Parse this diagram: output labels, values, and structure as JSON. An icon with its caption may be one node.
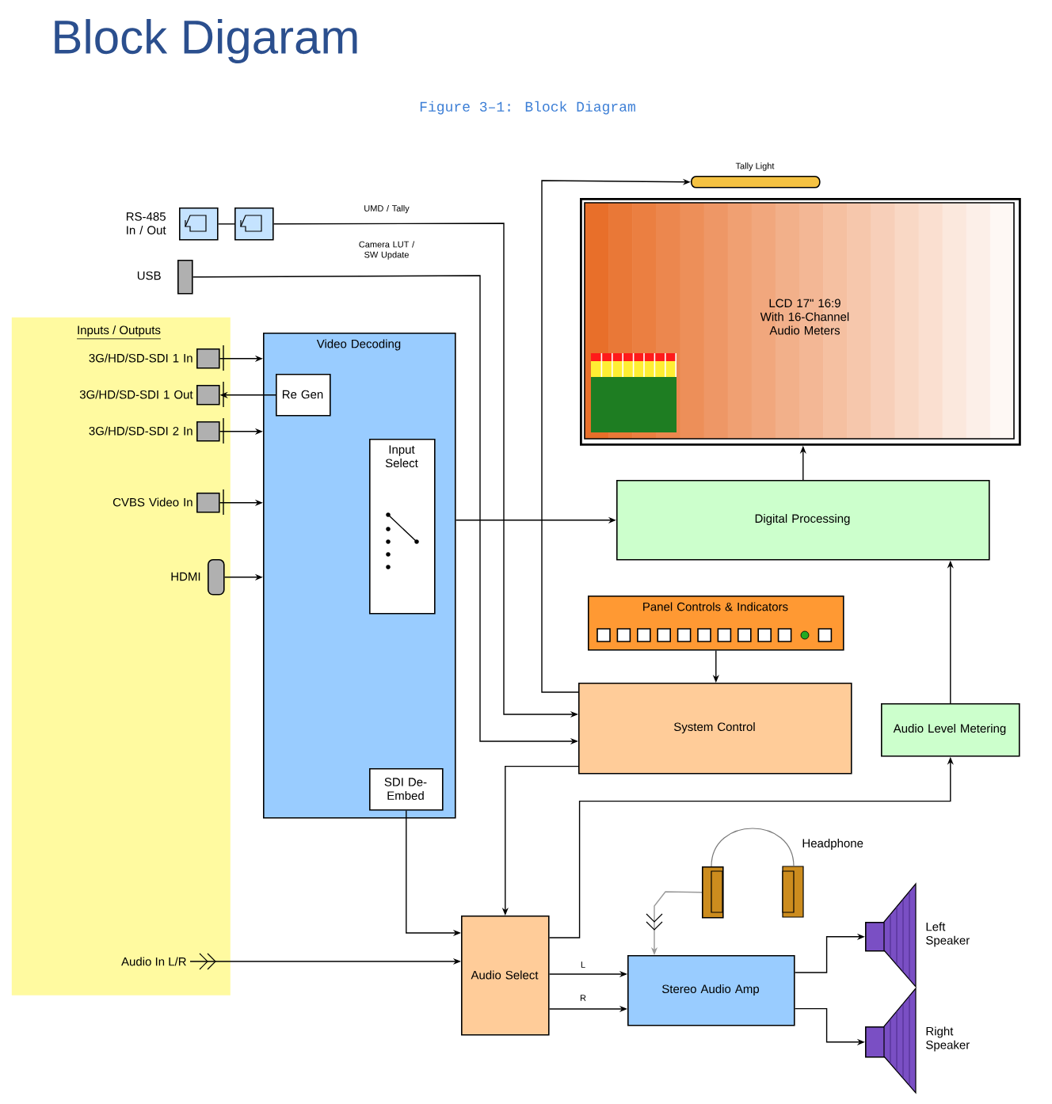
{
  "diagram": {
    "title": "Block Digaram",
    "caption": "Figure 3–1: Block Diagram",
    "nodes": [
      {
        "text": [],
        "shape": "picture",
        "beside": [
          "RS-485 In / Out"
        ]
      },
      {
        "text": [],
        "shape": "picture"
      },
      {
        "text": [],
        "shape": "box",
        "beside": [
          "USB"
        ]
      },
      {
        "text": [
          "Inputs / Outputs"
        ]
      },
      {
        "text": [],
        "shape": "box",
        "beside": [
          "3G/HD/SD-SDI 1 In"
        ],
        "in": 3
      },
      {
        "text": [],
        "shape": "box",
        "beside": [
          "3G/HD/SD-SDI 1 Out"
        ],
        "in": 3
      },
      {
        "text": [],
        "shape": "box",
        "beside": [
          "3G/HD/SD-SDI 2 In"
        ],
        "in": 3
      },
      {
        "text": [],
        "shape": "box",
        "beside": [
          "CVBS Video In"
        ],
        "in": 3
      },
      {
        "text": [],
        "shape": "box",
        "beside": [
          "HDMI"
        ],
        "in": 3
      },
      {
        "text": [
          "Audio In L/R"
        ],
        "in": 3
      },
      {
        "text": [
          "Video Decoding"
        ]
      },
      {
        "text": [
          "Re Gen"
        ],
        "in": 10
      },
      {
        "text": [
          "Input Select"
        ],
        "in": 10
      },
      {
        "text": [
          "SDI De-Embed"
        ],
        "in": 10
      },
      {
        "text": [
          "Tally Light"
        ]
      },
      {
        "text": [
          "LCD 17\" 16:9 With 16-Channel Audio Meters"
        ]
      },
      {
        "text": [
          "Digital Processing"
        ]
      },
      {
        "text": [
          "Panel Controls & Indicators"
        ]
      },
      {
        "text": [
          "System Control"
        ]
      },
      {
        "text": [
          "Audio Level Metering"
        ]
      },
      {
        "text": [
          "Audio Select"
        ]
      },
      {
        "text": [
          "Stereo Audio Amp"
        ]
      },
      {
        "text": [],
        "shape": "picture",
        "beside": [
          "Headphone"
        ]
      },
      {
        "text": [],
        "shape": "speaker",
        "beside": [
          "Left Speaker"
        ]
      },
      {
        "text": [],
        "shape": "speaker",
        "beside": [
          "Right Speaker"
        ]
      }
    ],
    "edges": [
      {
        "from": 0,
        "to": 1,
        "arrow": "none"
      },
      {
        "from": 1,
        "to": 18,
        "arrow": "to",
        "label": "UMD / Tally"
      },
      {
        "from": 2,
        "to": 18,
        "arrow": "to",
        "label": "Camera LUT / SW Update"
      },
      {
        "from": 18,
        "to": 14,
        "arrow": "to"
      },
      {
        "from": 4,
        "to": 10,
        "arrow": "to"
      },
      {
        "from": 11,
        "to": 5,
        "arrow": "to"
      },
      {
        "from": 6,
        "to": 10,
        "arrow": "to"
      },
      {
        "from": 7,
        "to": 10,
        "arrow": "to"
      },
      {
        "from": 8,
        "to": 10,
        "arrow": "to"
      },
      {
        "from": 10,
        "to": 16,
        "arrow": "to"
      },
      {
        "from": 16,
        "to": 15,
        "arrow": "to"
      },
      {
        "from": 17,
        "to": 18,
        "arrow": "to"
      },
      {
        "from": 19,
        "to": 16,
        "arrow": "to"
      },
      {
        "from": 18,
        "to": 20,
        "arrow": "to"
      },
      {
        "from": 13,
        "to": 20,
        "arrow": "to"
      },
      {
        "from": 9,
        "to": 20,
        "arrow": "to"
      },
      {
        "from": 20,
        "to": 19,
        "arrow": "to"
      },
      {
        "from": 20,
        "to": 21,
        "arrow": "to",
        "label": "L"
      },
      {
        "from": 20,
        "to": 21,
        "arrow": "to",
        "label": "R"
      },
      {
        "from": 21,
        "to": 23,
        "arrow": "to"
      },
      {
        "from": 21,
        "to": 24,
        "arrow": "to"
      },
      {
        "from": 22,
        "to": 21,
        "arrow": "to",
        "color": "#999999"
      }
    ]
  }
}
